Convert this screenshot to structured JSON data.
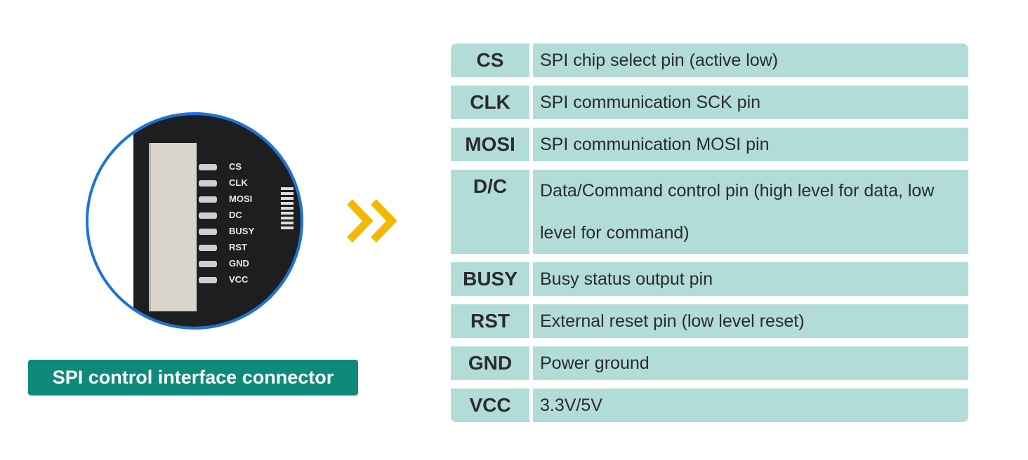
{
  "connector_label": "SPI control interface connector",
  "silkscreen": [
    "CS",
    "CLK",
    "MOSI",
    "DC",
    "BUSY",
    "RST",
    "GND",
    "VCC"
  ],
  "pins": [
    {
      "name": "CS",
      "desc": "SPI chip select pin (active low)"
    },
    {
      "name": "CLK",
      "desc": "SPI communication SCK pin"
    },
    {
      "name": "MOSI",
      "desc": "SPI communication MOSI pin"
    },
    {
      "name": "D/C",
      "desc": "Data/Command control pin (high level for data, low level for command)"
    },
    {
      "name": "BUSY",
      "desc": "Busy status output pin"
    },
    {
      "name": "RST",
      "desc": "External reset pin (low level reset)"
    },
    {
      "name": "GND",
      "desc": "Power ground"
    },
    {
      "name": "VCC",
      "desc": "3.3V/5V"
    }
  ],
  "colors": {
    "table": "#b2dcd7",
    "label": "#0e8a7a",
    "circle": "#1b72df",
    "arrow": "#f5b800"
  }
}
